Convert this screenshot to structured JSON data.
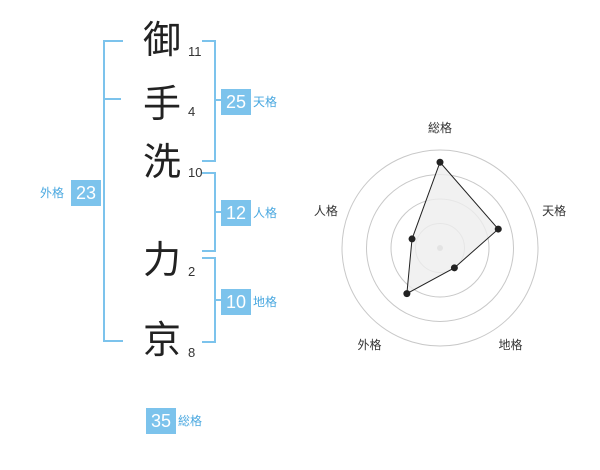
{
  "name": {
    "characters": [
      {
        "char": "御",
        "strokes": "11"
      },
      {
        "char": "手",
        "strokes": "4"
      },
      {
        "char": "洗",
        "strokes": "10"
      },
      {
        "char": "力",
        "strokes": "2"
      },
      {
        "char": "京",
        "strokes": "8"
      }
    ]
  },
  "scores": {
    "tenkaku": {
      "value": "25",
      "label": "天格"
    },
    "jinkaku": {
      "value": "12",
      "label": "人格"
    },
    "chikaku": {
      "value": "10",
      "label": "地格"
    },
    "gaikaku": {
      "value": "23",
      "label": "外格"
    },
    "soukaku": {
      "value": "35",
      "label": "総格"
    }
  },
  "chart_data": {
    "type": "radar",
    "axes": [
      "総格",
      "天格",
      "地格",
      "外格",
      "人格"
    ],
    "values": [
      35,
      25,
      10,
      23,
      12
    ],
    "colors": {
      "fill": "#eeeeee",
      "line": "#222222",
      "grid": "#c8c8c8",
      "accent": "#7cc3ec"
    }
  }
}
